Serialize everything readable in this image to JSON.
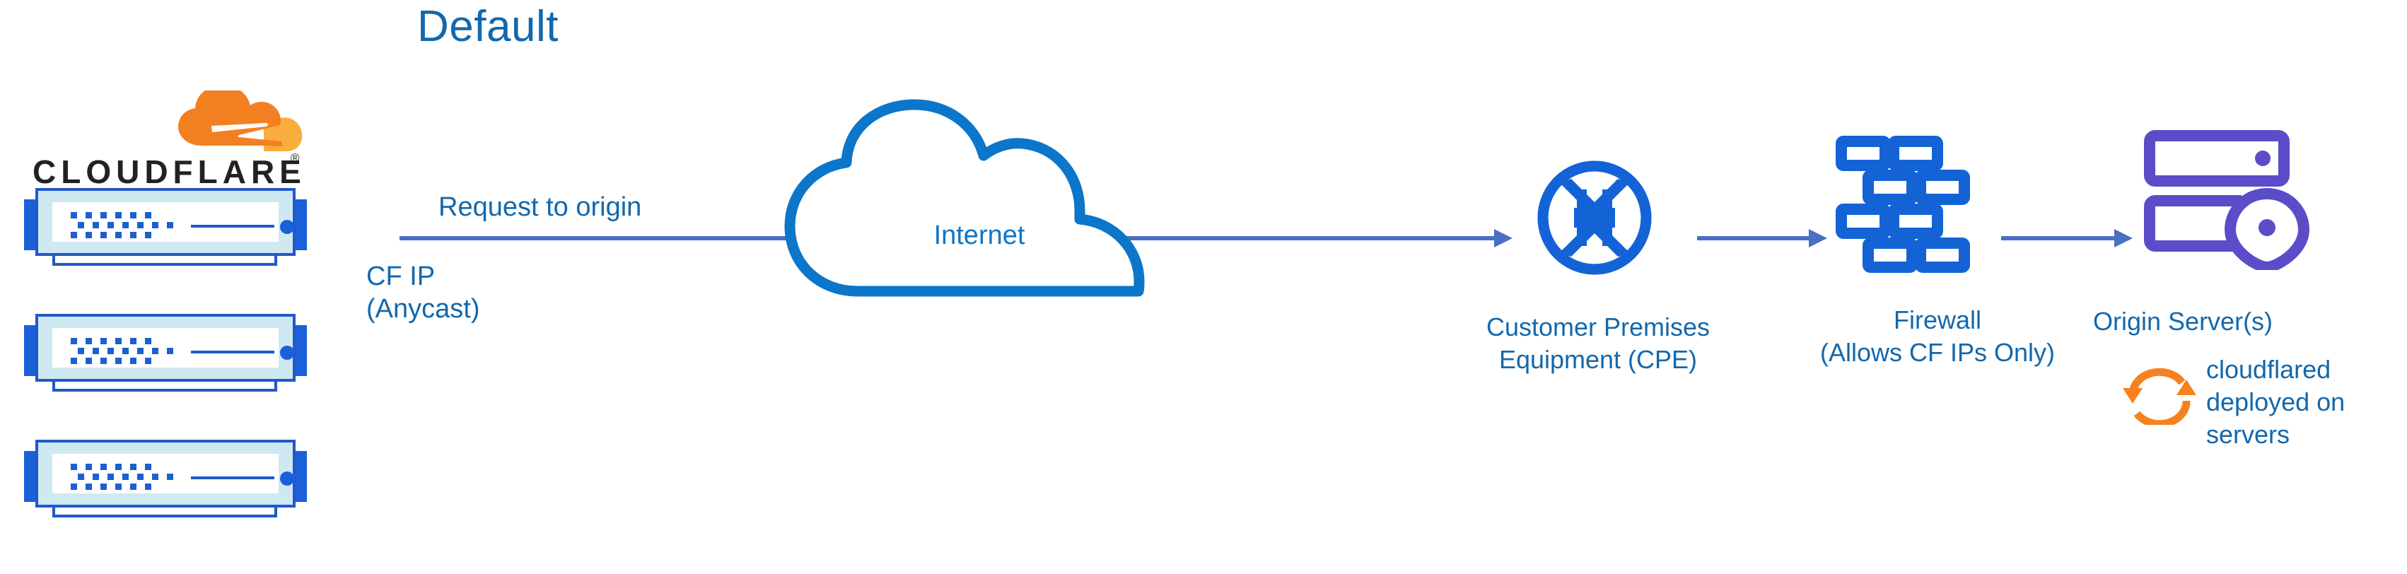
{
  "diagram": {
    "title": "Default",
    "colors": {
      "title_blue": "#1268ad",
      "label_blue": "#1268ad",
      "cloud_blue": "#0b76ca",
      "icon_blue": "#1463d6",
      "arrow_blue": "#4a6fc4",
      "origin_purple": "#5b4cc8",
      "cloudflare_orange": "#f38020",
      "cloudflare_orange_light": "#faad3f",
      "cloudflared_orange": "#f6821f",
      "switch_border": "#2059c9",
      "switch_inner": "#cfe9f2"
    }
  },
  "brand": {
    "logo_wordmark": "CLOUDFLARE",
    "registered_mark": "®",
    "icon_name": "cloudflare-cloud-mark"
  },
  "edges": {
    "request_to_origin": "Request to origin",
    "cf_ip": "CF IP\n(Anycast)"
  },
  "nodes": [
    {
      "id": "internet",
      "label": "Internet",
      "icon": "cloud-icon"
    },
    {
      "id": "cpe",
      "label": "Customer Premises\nEquipment (CPE)",
      "icon": "router-icon"
    },
    {
      "id": "firewall",
      "label": "Firewall\n(Allows CF IPs Only)",
      "icon": "brick-wall-icon"
    },
    {
      "id": "origin",
      "label": "Origin Server(s)",
      "icon": "server-pin-icon"
    }
  ],
  "annotation": {
    "cloudflared": "cloudflared\ndeployed on\nservers",
    "icon": "sync-arrows-icon"
  },
  "switches": [
    {
      "id": "switch-1"
    },
    {
      "id": "switch-2"
    },
    {
      "id": "switch-3"
    }
  ]
}
